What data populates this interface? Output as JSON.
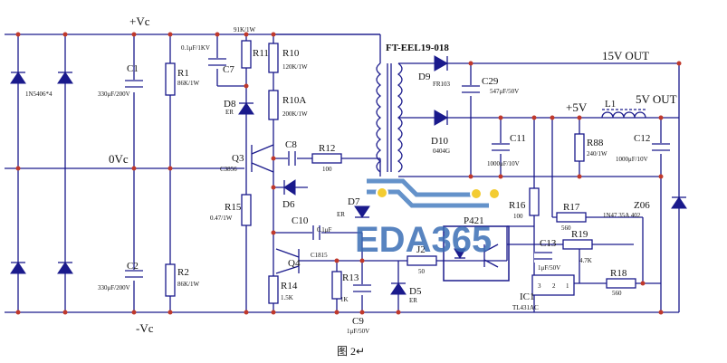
{
  "supply": {
    "pos": "+Vc",
    "mid": "0Vc",
    "neg": "-Vc"
  },
  "bridge": {
    "label": "1N5406*4"
  },
  "C1": {
    "ref": "C1",
    "val": "330μF/200V"
  },
  "C2": {
    "ref": "C2",
    "val": "330μF/200V"
  },
  "R1": {
    "ref": "R1",
    "val": "86K/1W"
  },
  "R2": {
    "ref": "R2",
    "val": "86K/1W"
  },
  "C7": {
    "ref": "C7",
    "val": "0.1μF/1KV"
  },
  "R11": {
    "ref": "R11",
    "val": "91K/1W"
  },
  "R10": {
    "ref": "R10",
    "val": "120K/1W"
  },
  "R10A": {
    "ref": "R10A",
    "val": "200K/1W"
  },
  "D8": {
    "ref": "D8",
    "val": "ER"
  },
  "Q3": {
    "ref": "Q3",
    "val": "C3856"
  },
  "C8": {
    "ref": "C8"
  },
  "R12": {
    "ref": "R12",
    "val": "100"
  },
  "D6": {
    "ref": "D6"
  },
  "R15": {
    "ref": "R15",
    "val": "0.47/1W"
  },
  "D7": {
    "ref": "D7",
    "val": "ER"
  },
  "C10": {
    "ref": "C10",
    "val": "0.1μF"
  },
  "Q4": {
    "ref": "Q4",
    "val": "C1815"
  },
  "R13": {
    "ref": "R13",
    "val": "1K"
  },
  "R14": {
    "ref": "R14",
    "val": "1.5K"
  },
  "C9": {
    "ref": "C9",
    "val": "1μF/50V"
  },
  "D5": {
    "ref": "D5",
    "val": "ER"
  },
  "transformer": {
    "label": "FT-EEL19-018"
  },
  "D9": {
    "ref": "D9",
    "val": "FR103"
  },
  "D10": {
    "ref": "D10",
    "val": "0404G"
  },
  "C29": {
    "ref": "C29",
    "val": "547μF/50V"
  },
  "C11": {
    "ref": "C11",
    "val": "1000μF/10V"
  },
  "R88": {
    "ref": "R88",
    "val": "240/1W"
  },
  "L1": {
    "ref": "L1"
  },
  "C12": {
    "ref": "C12",
    "val": "1000μF/10V"
  },
  "out15": "15V OUT",
  "plus5": "+5V",
  "out5": "5V OUT",
  "R16": {
    "ref": "R16",
    "val": "100"
  },
  "R17": {
    "ref": "R17",
    "val": "560"
  },
  "Z06": {
    "ref": "Z06",
    "val": "1N47 35A 402"
  },
  "P421": "P421",
  "C13": {
    "ref": "C13",
    "val": "1μF/50V"
  },
  "R19": {
    "ref": "R19",
    "val": "4.7K"
  },
  "J2": {
    "ref": "J2",
    "val": "50"
  },
  "R18": {
    "ref": "R18",
    "val": "560"
  },
  "IC1": {
    "ref": "IC1",
    "val": "TL431AC",
    "pin1": "1",
    "pin2": "2",
    "pin3": "3"
  },
  "watermark": "EDA365",
  "caption": "图 2↵"
}
